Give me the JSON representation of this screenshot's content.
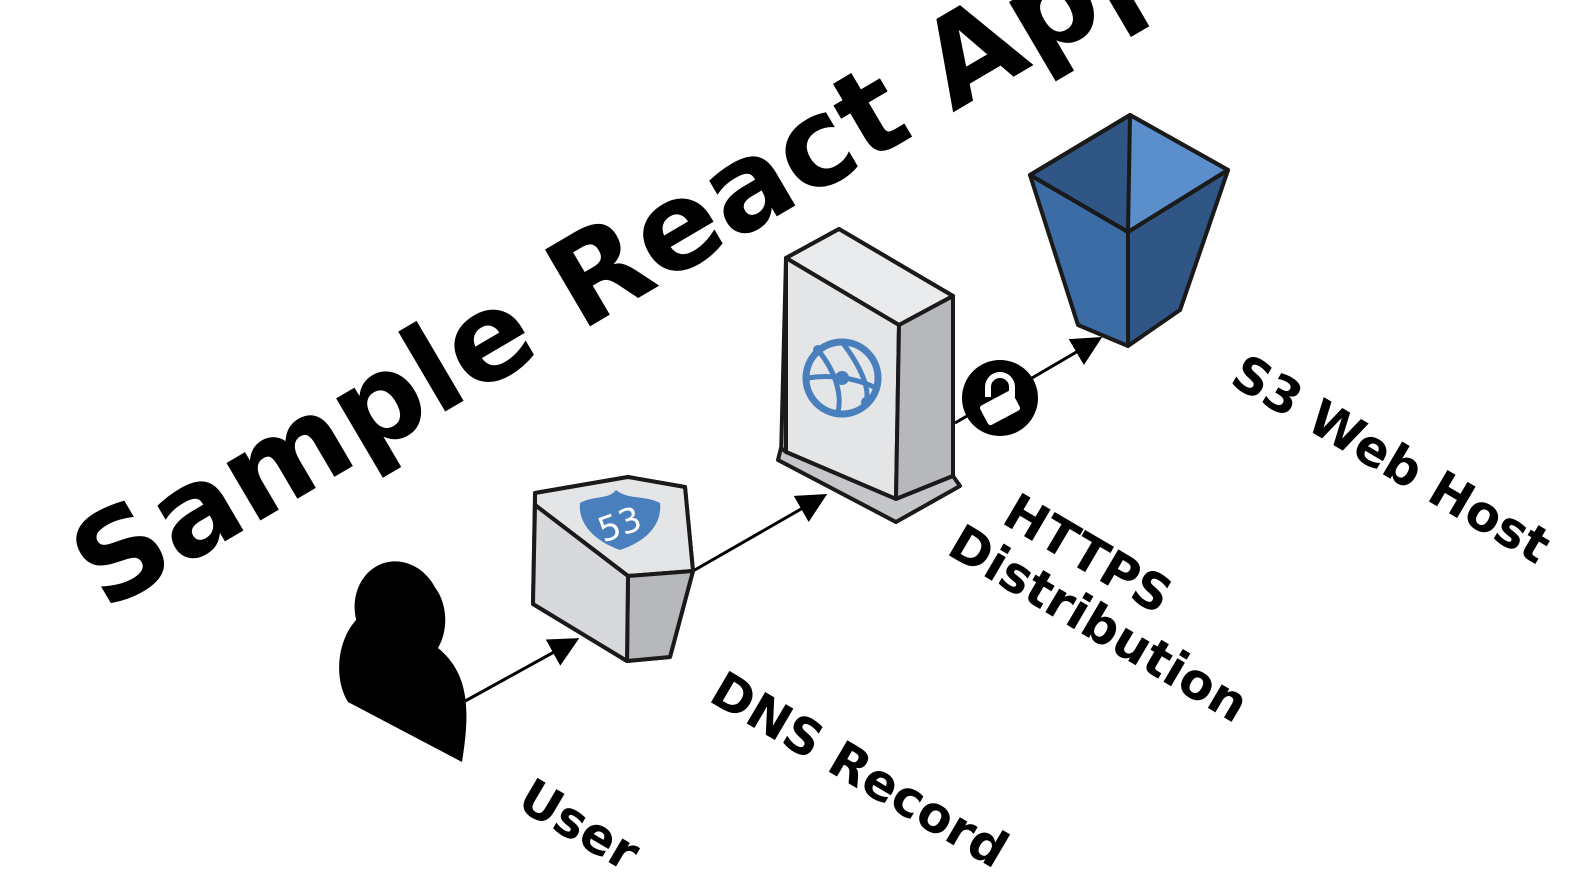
{
  "title": "Sample React App",
  "nodes": {
    "user": {
      "label": "User",
      "icon": "user-silhouette-icon"
    },
    "dns": {
      "label": "DNS Record",
      "icon": "route53-icon",
      "badge": "53"
    },
    "distribution": {
      "label_line1": "HTTPS",
      "label_line2": "Distribution",
      "icon": "cloudfront-globe-icon"
    },
    "s3": {
      "label": "S3 Web Host",
      "icon": "s3-bucket-icon"
    }
  },
  "connectors": [
    {
      "from": "user",
      "to": "dns"
    },
    {
      "from": "dns",
      "to": "distribution"
    },
    {
      "from": "distribution",
      "to": "s3",
      "icon": "padlock-icon"
    }
  ],
  "colors": {
    "server_light": "#e4e5e7",
    "server_mid": "#cfd1d4",
    "server_dark": "#b6b8bc",
    "aws_blue": "#4a7fbd",
    "bucket_dark": "#2f5685",
    "bucket_mid": "#3c6ca6",
    "bucket_light": "#5a8fcc"
  }
}
